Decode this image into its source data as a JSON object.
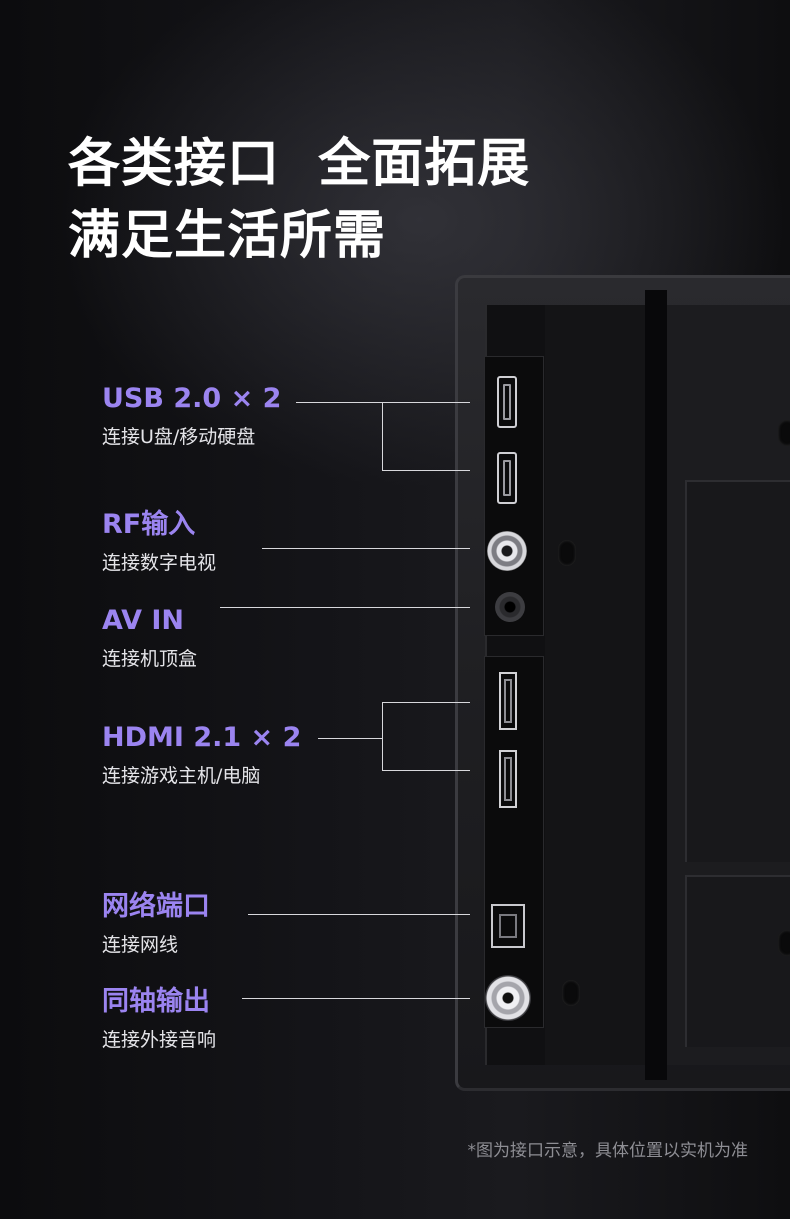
{
  "headline": {
    "line1": "各类接口  全面拓展",
    "line2": "满足生活所需"
  },
  "ports": [
    {
      "name": "USB 2.0 × 2",
      "desc": "连接U盘/移动硬盘"
    },
    {
      "name": "RF输入",
      "desc": "连接数字电视"
    },
    {
      "name": "AV IN",
      "desc": "连接机顶盒"
    },
    {
      "name": "HDMI 2.1 × 2",
      "desc": "连接游戏主机/电脑"
    },
    {
      "name": "网络端口",
      "desc": "连接网线"
    },
    {
      "name": "同轴输出",
      "desc": "连接外接音响"
    }
  ],
  "footnote": "*图为接口示意，具体位置以实机为准",
  "colors": {
    "accent": "#9b84f0",
    "background": "#0b0b0d",
    "text": "#ffffff"
  }
}
